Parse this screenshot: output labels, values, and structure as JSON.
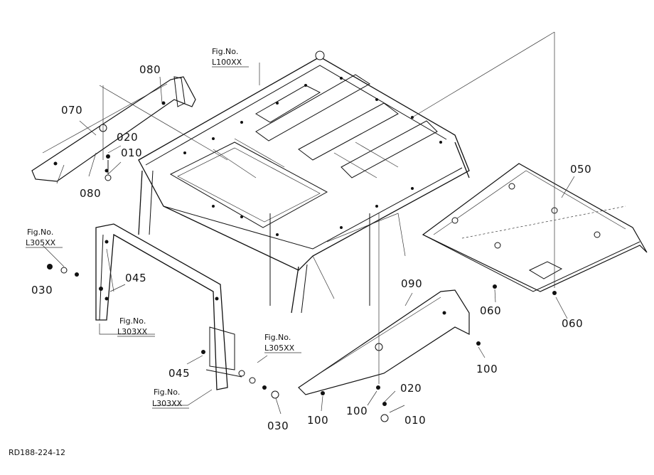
{
  "drawing_code": "RD188-224-12",
  "parts": {
    "p010_a": "010",
    "p010_b": "010",
    "p020_a": "020",
    "p020_b": "020",
    "p030_a": "030",
    "p030_b": "030",
    "p045_a": "045",
    "p045_b": "045",
    "p050": "050",
    "p060_a": "060",
    "p060_b": "060",
    "p070": "070",
    "p080_a": "080",
    "p080_b": "080",
    "p090": "090",
    "p100_a": "100",
    "p100_b": "100",
    "p100_c": "100"
  },
  "refs": {
    "l100": {
      "fig": "Fig.No.",
      "num": "L100XX"
    },
    "l305_a": {
      "fig": "Fig.No.",
      "num": "L305XX"
    },
    "l303_a": {
      "fig": "Fig.No.",
      "num": "L303XX"
    },
    "l305_b": {
      "fig": "Fig.No.",
      "num": "L305XX"
    },
    "l303_b": {
      "fig": "Fig.No.",
      "num": "L303XX"
    }
  }
}
